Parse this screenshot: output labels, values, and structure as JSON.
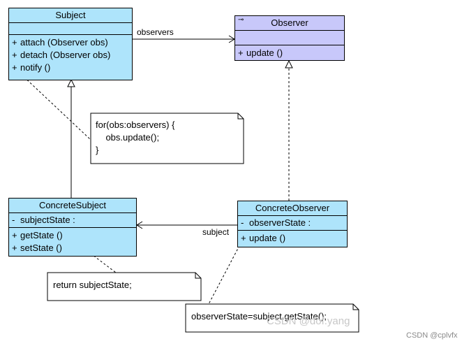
{
  "colors": {
    "class_fill": "#aee4fb",
    "interface_fill": "#c8c8fa",
    "note_fill": "#ffffff",
    "line": "#000000",
    "watermark_center": "#c7c7c7",
    "watermark_corner": "#8a8a8a"
  },
  "subject": {
    "name": "Subject",
    "operations": [
      {
        "vis": "+",
        "text": "attach (Observer obs)"
      },
      {
        "vis": "+",
        "text": "detach (Observer obs)"
      },
      {
        "vis": "+",
        "text": "notify ()"
      }
    ]
  },
  "observer": {
    "stereotype_icon": "interface-icon",
    "stereotype_symbol": "⊸",
    "name": "Observer",
    "operations": [
      {
        "vis": "+",
        "text": "update ()"
      }
    ]
  },
  "concrete_subject": {
    "name": "ConcreteSubject",
    "attributes": [
      {
        "vis": "-",
        "text": "subjectState  :"
      }
    ],
    "operations": [
      {
        "vis": "+",
        "text": "getState ()"
      },
      {
        "vis": "+",
        "text": "setState ()"
      }
    ]
  },
  "concrete_observer": {
    "name": "ConcreteObserver",
    "attributes": [
      {
        "vis": "-",
        "text": "observerState  :"
      }
    ],
    "operations": [
      {
        "vis": "+",
        "text": "update ()"
      }
    ]
  },
  "notes": {
    "notify_body": "for(obs:observers) {\n    obs.update();\n}",
    "get_state_body": "return subjectState;",
    "update_body": "observerState=subject.getState();"
  },
  "associations": {
    "observers_role": "observers",
    "subject_role": "subject"
  },
  "watermarks": {
    "center": "CSDN @dof.yang",
    "corner": "CSDN @cplvfx"
  }
}
